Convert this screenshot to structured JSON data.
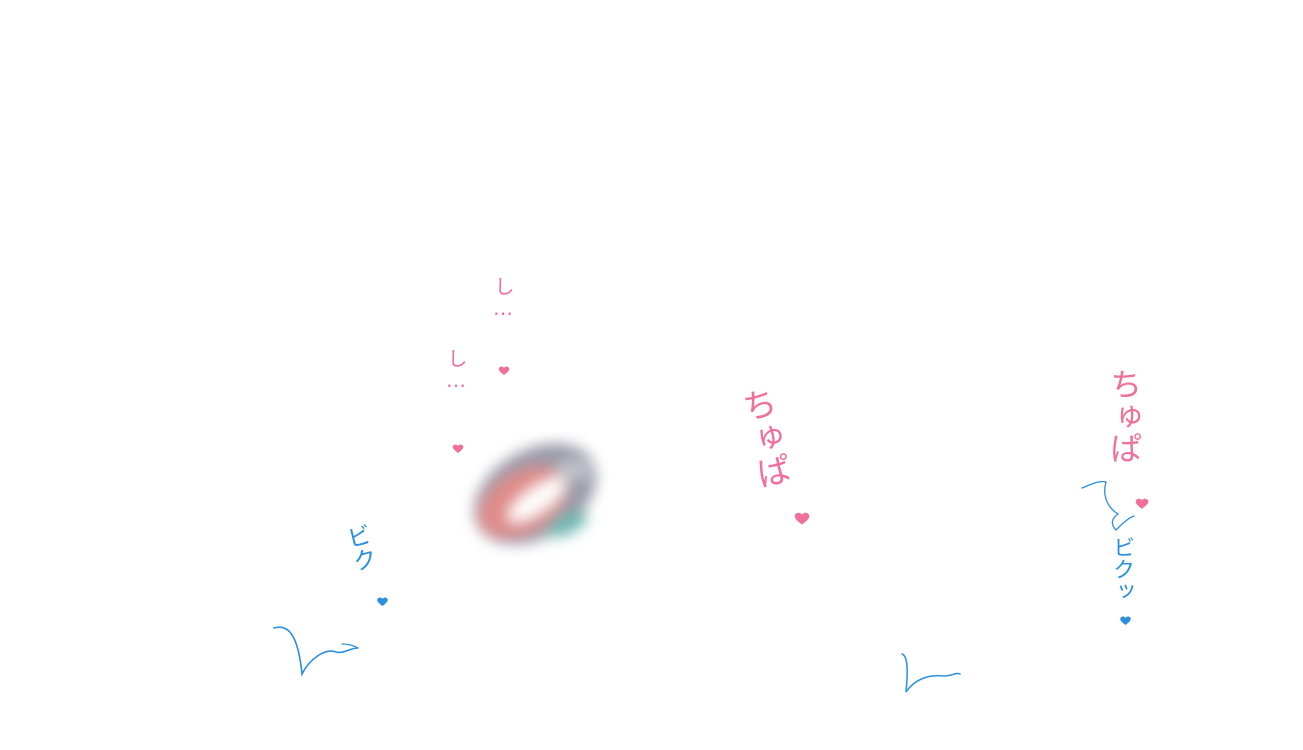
{
  "colors": {
    "pink": "#f0709a",
    "blue": "#2a8fdc",
    "background": "#ffffff"
  },
  "texts": {
    "shii_1": "し…",
    "shii_2": "し…",
    "chupa_center": "ちゅぱ",
    "chupa_right": "ちゅぱ",
    "biku_left": "ビク",
    "biku_right": "ビクッ"
  },
  "icons": {
    "heart": "heart-icon",
    "motion_line": "twitch-line-icon",
    "blurred_object": "blurred-image"
  }
}
